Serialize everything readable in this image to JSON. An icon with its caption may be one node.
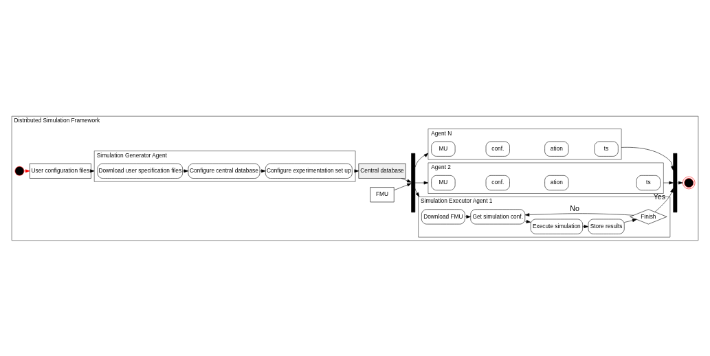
{
  "diagram": {
    "nodes": [
      {
        "text": [
          "Distributed Simulation Framework"
        ]
      },
      {
        "text": [],
        "shape": "circle",
        "in": 0
      },
      {
        "text": [
          "User configuration files"
        ],
        "in": 0
      },
      {
        "text": [
          "Simulation Generator Agent"
        ],
        "in": 0
      },
      {
        "text": [
          "Download user specification files"
        ],
        "in": 3
      },
      {
        "text": [
          "Configure central database"
        ],
        "in": 3
      },
      {
        "text": [
          "Configure experimentation set up"
        ],
        "in": 3
      },
      {
        "text": [
          "FMU"
        ],
        "in": 0
      },
      {
        "text": [
          "Central database"
        ],
        "in": 0
      },
      {
        "text": [],
        "shape": "bar",
        "in": 0
      },
      {
        "text": [
          "Simulation Executor Agent 1"
        ],
        "in": 0
      },
      {
        "text": [
          "Download FMU"
        ],
        "in": 10
      },
      {
        "text": [
          "Get simulation conf."
        ],
        "in": 10
      },
      {
        "text": [
          "Execute simulation"
        ],
        "in": 10
      },
      {
        "text": [
          "Store results"
        ],
        "in": 10
      },
      {
        "text": [
          "Finish"
        ],
        "in": 10
      },
      {
        "text": [
          "Agent 2"
        ],
        "in": 0
      },
      {
        "text": [
          "MU"
        ],
        "in": 16
      },
      {
        "text": [
          "conf."
        ],
        "in": 16
      },
      {
        "text": [
          "ation"
        ],
        "in": 16
      },
      {
        "text": [
          "ts"
        ],
        "in": 16
      },
      {
        "text": [
          "Agent N"
        ],
        "in": 0
      },
      {
        "text": [
          "MU"
        ],
        "in": 21
      },
      {
        "text": [
          "conf."
        ],
        "in": 21
      },
      {
        "text": [
          "ation"
        ],
        "in": 21
      },
      {
        "text": [
          "ts"
        ],
        "in": 21
      },
      {
        "text": [],
        "shape": "bar",
        "in": 0
      },
      {
        "text": [],
        "shape": "circle",
        "in": 0
      }
    ],
    "edges": [
      {
        "from": 1,
        "to": 2,
        "arrow": "to",
        "color": "#ff0000"
      },
      {
        "from": 2,
        "to": 3,
        "arrow": "to"
      },
      {
        "from": 4,
        "to": 5,
        "arrow": "to"
      },
      {
        "from": 5,
        "to": 6,
        "arrow": "to"
      },
      {
        "from": 3,
        "to": 8,
        "arrow": "to"
      },
      {
        "from": 7,
        "to": 9,
        "arrow": "to"
      },
      {
        "from": 8,
        "to": 9,
        "arrow": "to"
      },
      {
        "from": 9,
        "to": 10,
        "arrow": "to"
      },
      {
        "from": 9,
        "to": 16,
        "arrow": "to"
      },
      {
        "from": 9,
        "to": 21,
        "arrow": "to"
      },
      {
        "from": 11,
        "to": 12,
        "arrow": "to"
      },
      {
        "from": 12,
        "to": 13,
        "arrow": "to"
      },
      {
        "from": 13,
        "to": 14,
        "arrow": "to"
      },
      {
        "from": 14,
        "to": 15,
        "arrow": "to"
      },
      {
        "from": 15,
        "to": 12,
        "arrow": "to",
        "label": "No"
      },
      {
        "from": 15,
        "to": 26,
        "arrow": "to",
        "label": "Yes"
      },
      {
        "from": 16,
        "to": 26,
        "arrow": "to"
      },
      {
        "from": 21,
        "to": 26,
        "arrow": "to"
      },
      {
        "from": 26,
        "to": 27,
        "arrow": "to"
      }
    ]
  }
}
